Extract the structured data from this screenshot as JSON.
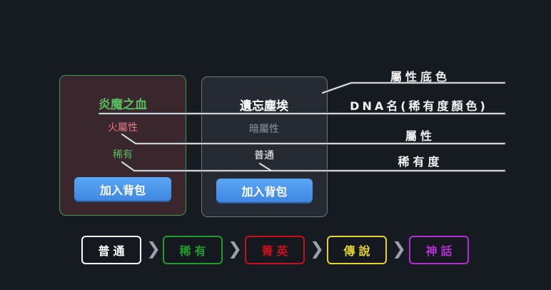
{
  "cards": [
    {
      "name": "炎魔之血",
      "attribute": "火屬性",
      "rarity": "稀有",
      "button": "加入背包",
      "name_color": "#56c05f",
      "attribute_color": "#e97a86",
      "rarity_color": "#56c05f"
    },
    {
      "name": "遺忘塵埃",
      "attribute": "暗屬性",
      "rarity": "普通",
      "button": "加入背包",
      "name_color": "#ffffff",
      "attribute_color": "#8d939e",
      "rarity_color": "#ffffff"
    }
  ],
  "labels": {
    "base_color": "屬性底色",
    "dna_name": "DNA名(稀有度顏色)",
    "attribute": "屬性",
    "rarity": "稀有度"
  },
  "tiers": [
    {
      "label": "普通",
      "color": "#ffffff"
    },
    {
      "label": "稀有",
      "color": "#1f9e2e"
    },
    {
      "label": "菁英",
      "color": "#c8101c"
    },
    {
      "label": "傳說",
      "color": "#e0d530"
    },
    {
      "label": "神話",
      "color": "#b52fd6"
    }
  ],
  "arrow_glyph": "❯"
}
